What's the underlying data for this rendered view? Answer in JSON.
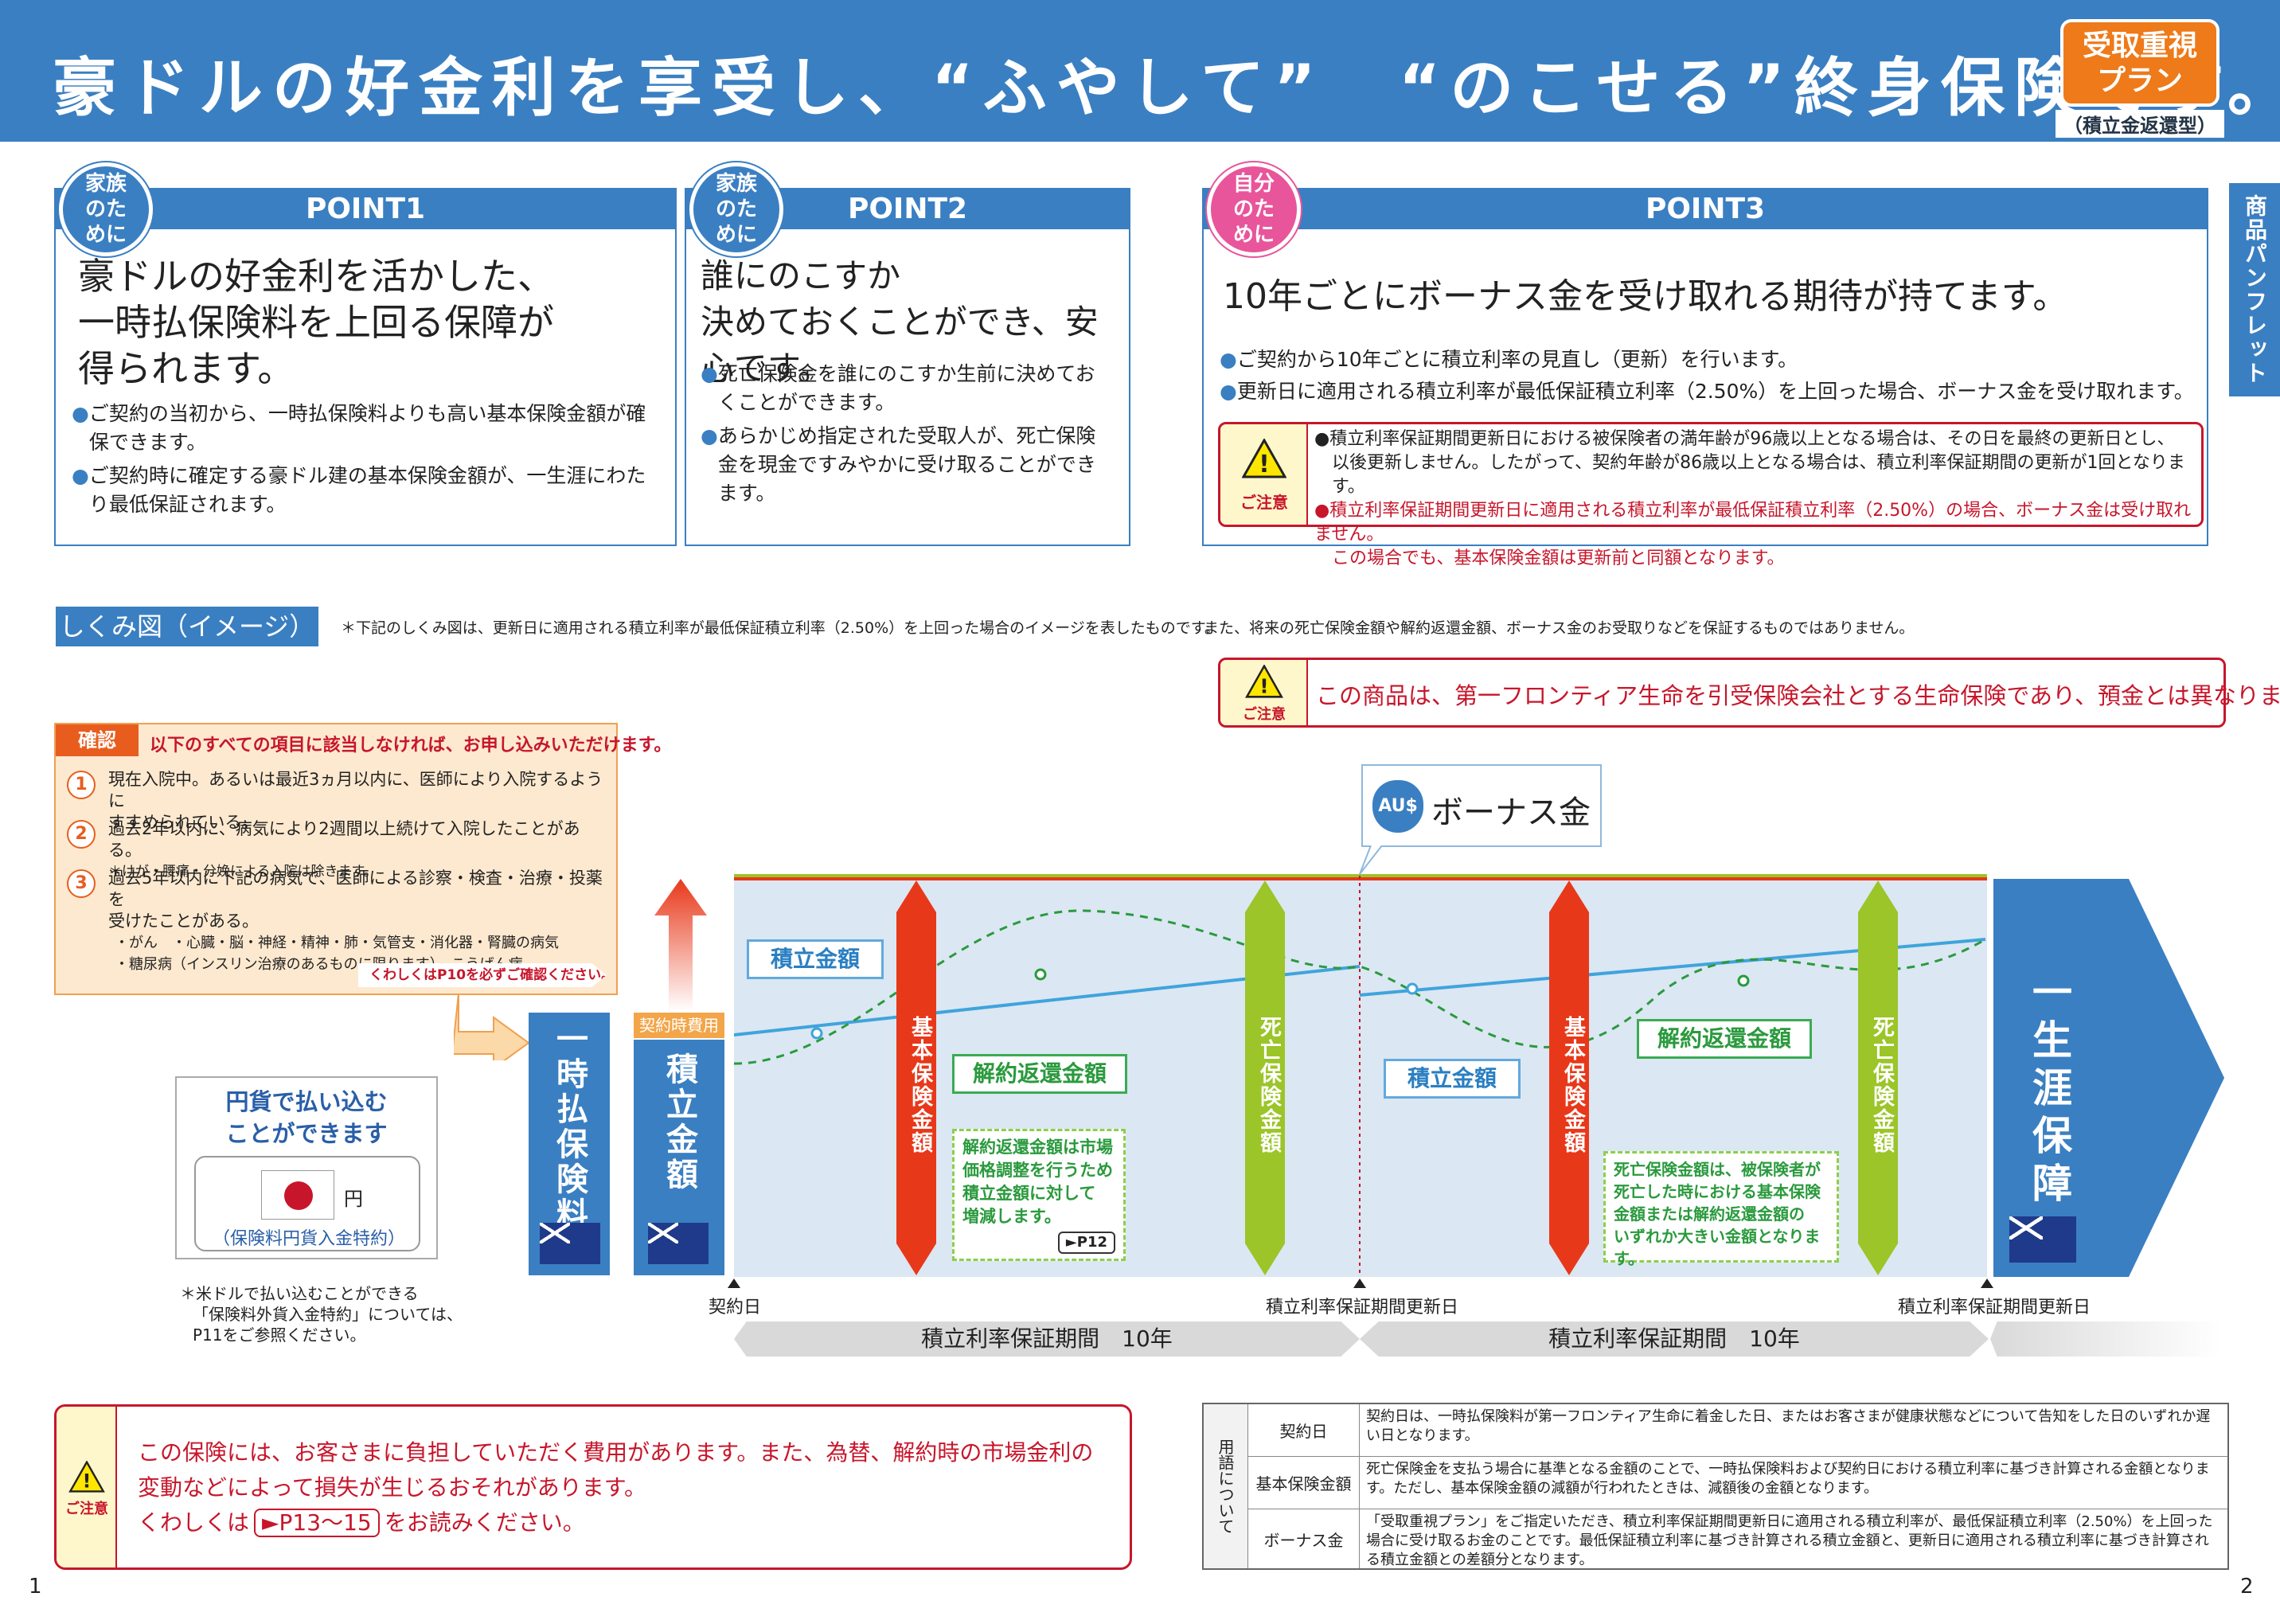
{
  "header": {
    "title": "豪ドルの好金利を享受し、“ふやして”　“のこせる”終身保険です。",
    "plan_badge": "受取重視プラン",
    "plan_sub": "（積立金返還型）",
    "side_tab": "商品パンフレット"
  },
  "points": [
    {
      "badge": "家族のために",
      "head": "POINT1",
      "title": [
        "豪ドルの好金利を活かした、",
        "一時払保険料を上回る保障が",
        "得られます。"
      ],
      "bullets": [
        "ご契約の当初から、一時払保険料よりも高い基本保険金額が確保できます。",
        "ご契約時に確定する豪ドル建の基本保険金額が、一生涯にわたり最低保証されます。"
      ]
    },
    {
      "badge": "家族のために",
      "head": "POINT2",
      "title": [
        "誰にのこすか",
        "決めておくことができ、安心です。"
      ],
      "bullets": [
        "死亡保険金を誰にのこすか生前に決めておくことができます。",
        "あらかじめ指定された受取人が、死亡保険金を現金ですみやかに受け取ることができます。"
      ]
    },
    {
      "badge": "自分のために",
      "head": "POINT3",
      "title": [
        "10年ごとにボーナス金を受け取れる期待が持てます。"
      ],
      "bullets": [
        "ご契約から10年ごとに積立利率の見直し（更新）を行います。",
        "更新日に適用される積立利率が最低保証積立利率（2.50%）を上回った場合、ボーナス金を受け取れます。"
      ],
      "caution_label": "ご注意",
      "caution_lines": [
        "●積立利率保証期間更新日における被保険者の満年齢が96歳以上となる場合は、その日を最終の更新日とし、",
        "以後更新しません。したがって、契約年齢が86歳以上となる場合は、積立利率保証期間の更新が1回となります。",
        "●積立利率保証期間更新日に適用される積立利率が最低保証積立利率（2.50%）の場合、ボーナス金は受け取れません。",
        "この場合でも、基本保険金額は更新前と同額となります。"
      ]
    }
  ],
  "mechanism": {
    "label": "しくみ図（イメージ）",
    "note": "＊下記のしくみ図は、更新日に適用される積立利率が最低保証積立利率（2.50%）を上回った場合のイメージを表したものです。",
    "note2": "また、将来の死亡保険金額や解約返還金額、ボーナス金のお受取りなどを保証するものではありません。",
    "caution_label": "ご注意",
    "caution_text": "この商品は、第一フロンティア生命を引受保険会社とする生命保険であり、預金とは異なります。"
  },
  "confirm": {
    "tag": "確認",
    "head": "以下のすべての項目に該当しなければ、お申し込みいただけます。",
    "items": [
      {
        "num": "1",
        "lines": [
          "現在入院中。あるいは最近3ヵ月以内に、医師により入院するように",
          "すすめられている。"
        ]
      },
      {
        "num": "2",
        "lines": [
          "過去2年以内に、病気により2週間以上続けて入院したことがある。",
          "＊けが・腰痛・分娩による入院は除きます。"
        ]
      },
      {
        "num": "3",
        "lines": [
          "過去5年以内に下記の病気で、医師による診察・検査・治療・投薬を",
          "受けたことがある。",
          "・がん　・心臓・脳・神経・精神・肺・気管支・消化器・腎臓の病気",
          "・糖尿病（インスリン治療のあるものに限ります）、こうげん病"
        ]
      }
    ],
    "footer": "くわしくはP10を必ずご確認ください。"
  },
  "yen": {
    "title": "円貨で払い込むことができます",
    "currency": "円",
    "rider": "（保険料円貨入金特約）",
    "footnote": [
      "＊米ドルで払い込むことができる",
      "「保険料外貨入金特約」については、",
      "P11をご参照ください。"
    ]
  },
  "chart": {
    "premium": "一時払保険料",
    "cost_label": "契約時費用",
    "reserve": "積立金額",
    "bonus": "ボーナス金",
    "bonus_icon": "AU$",
    "reserve_label": "積立金額",
    "basic_amount": "基本保険金額",
    "surrender": "解約返還金額",
    "death": "死亡保険金額",
    "surrender_note": [
      "解約返還金額は市場",
      "価格調整を行うため",
      "積立金額に対して",
      "増減します。"
    ],
    "surrender_link": "►P12",
    "death_note": [
      "死亡保険金額は、被保険者が",
      "死亡した時における基本保険",
      "金額または解約返還金額の",
      "いずれか大きい金額となります。"
    ],
    "lifetime": "一生涯保障",
    "start": "契約日",
    "renewal": "積立利率保証期間更新日",
    "period": "積立利率保証期間　10年"
  },
  "cost": {
    "caution_label": "ご注意",
    "lines": [
      "この保険には、お客さまに負担していただく費用があります。また、為替、解約時の市場金利の",
      "変動などによって損失が生じるおそれがあります。"
    ],
    "line3_pre": "くわしくは",
    "line3_link": "►P13〜15",
    "line3_post": "をお読みください。"
  },
  "terms": {
    "side": "用語について",
    "rows": [
      {
        "key": "契約日",
        "value": "契約日は、一時払保険料が第一フロンティア生命に着金した日、またはお客さまが健康状態などについて告知をした日のいずれか遅い日となります。"
      },
      {
        "key": "基本保険金額",
        "value": "死亡保険金を支払う場合に基準となる金額のことで、一時払保険料および契約日における積立利率に基づき計算される金額となります。ただし、基本保険金額の減額が行われたときは、減額後の金額となります。"
      },
      {
        "key": "ボーナス金",
        "value": "「受取重視プラン」をご指定いただき、積立利率保証期間更新日に適用される積立利率が、最低保証積立利率（2.50%）を上回った場合に受け取るお金のことです。最低保証積立利率に基づき計算される積立金額と、更新日に適用される積立利率に基づき計算される積立金額との差額分となります。"
      }
    ]
  },
  "pages": {
    "left": "1",
    "right": "2"
  },
  "colors": {
    "brand": "#3a7fc2",
    "accent": "#ee7a1a",
    "caution": "#c7162b",
    "basic": "#e8381a",
    "death": "#9bc528"
  }
}
